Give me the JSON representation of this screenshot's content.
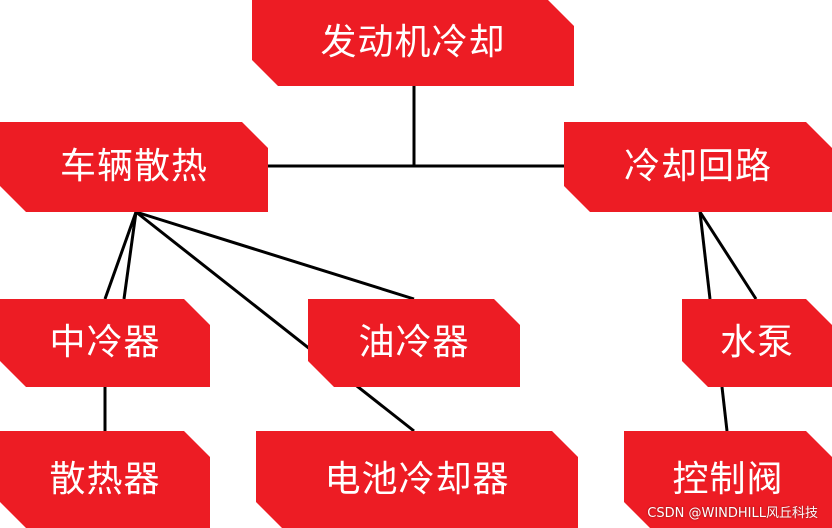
{
  "colors": {
    "node_fill": "#ED1C24",
    "node_text": "#FFFFFF",
    "line": "#000000"
  },
  "nodes": {
    "engine_cooling": "发动机冷却",
    "vehicle_cooling": "车辆散热",
    "cooling_loop": "冷却回路",
    "intercooler": "中冷器",
    "oil_cooler": "油冷器",
    "water_pump": "水泵",
    "radiator": "散热器",
    "battery_cooler": "电池冷却器",
    "control_valve": "控制阀"
  },
  "watermark": "CSDN @WINDHILL风丘科技"
}
